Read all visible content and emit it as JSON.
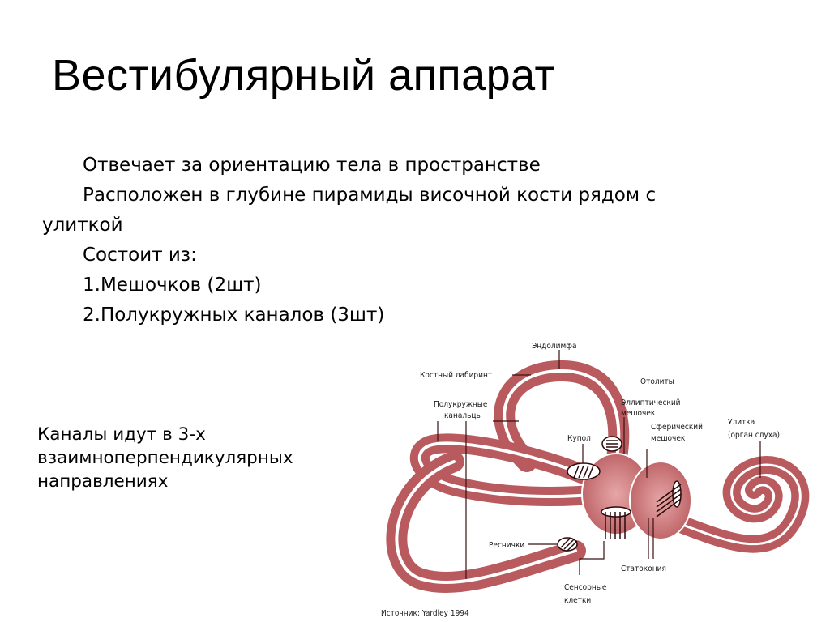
{
  "slide": {
    "title": "Вестибулярный аппарат",
    "bullets": [
      "Отвечает за ориентацию тела в пространстве",
      "Расположен в глубине пирамиды височной кости рядом с",
      "улиткой",
      "Состоит из:",
      "1.Мешочков (2шт)",
      "2.Полукружных каналов (3шт)"
    ],
    "note": [
      "Каналы идут в 3-х",
      "взаимноперпендикулярных",
      "направлениях"
    ]
  },
  "diagram": {
    "colors": {
      "tube": "#b85a5e",
      "tube_light": "#d98b8c",
      "outline": "#ffffff",
      "line": "#3a1010"
    },
    "labels": {
      "endolymph": "Эндолимфа",
      "bony_labyrinth": "Костный лабиринт",
      "semicircular_1": "Полукружные",
      "semicircular_2": "канальцы",
      "otoliths": "Отолиты",
      "utricle_1": "Эллиптический",
      "utricle_2": "мешочек",
      "saccule_1": "Сферический",
      "saccule_2": "мешочек",
      "cochlea_1": "Улитка",
      "cochlea_2": "(орган слуха)",
      "cupula": "Купол",
      "cilia": "Реснички",
      "statoconia": "Статокония",
      "sensory_1": "Сенсорные",
      "sensory_2": "клетки",
      "source": "Источник: Yardley 1994"
    }
  }
}
